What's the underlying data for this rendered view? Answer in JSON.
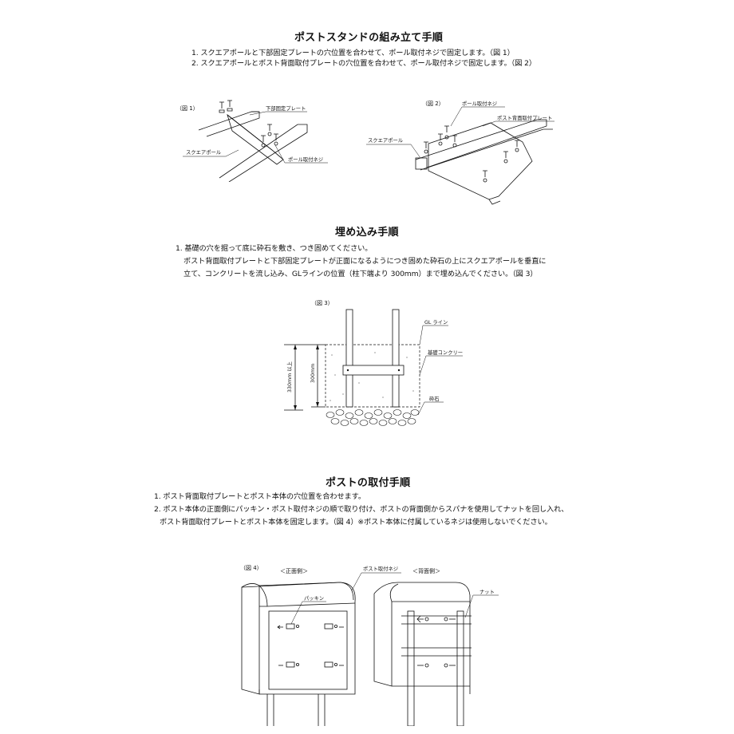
{
  "section1": {
    "title": "ポストスタンドの組み立て手順",
    "steps": [
      "1. スクエアポールと下部固定プレートの穴位置を合わせて、ポール取付ネジで固定します。（図 1）",
      "2. スクエアポールとポスト背面取付プレートの穴位置を合わせて、ポール取付ネジで固定します。（図 2）"
    ],
    "fig1": {
      "label": "（図 1）",
      "plate": "下部固定プレート",
      "pole": "スクエアポール",
      "screw": "ポール取付ネジ"
    },
    "fig2": {
      "label": "（図 2）",
      "screw": "ポール取付ネジ",
      "plate": "ポスト背面取付プレート",
      "pole": "スクエアポール"
    }
  },
  "section2": {
    "title": "埋め込み手順",
    "steps": [
      "1. 基礎の穴を掘って底に砕石を敷き、つき固めてください。",
      "ポスト背面取付プレートと下部固定プレートが正面になるようにつき固めた砕石の上にスクエアポールを垂直に",
      "立て、コンクリートを流し込み、GLラインの位置（柱下端より 300mm）まで埋め込んでください。（図 3）"
    ],
    "fig3": {
      "label": "（図 3）",
      "gl": "GL ライン",
      "concrete": "基礎コンクリート",
      "gravel": "砕石",
      "dim_outer": "330mm 以上",
      "dim_inner": "300mm"
    }
  },
  "section3": {
    "title": "ポストの取付手順",
    "steps": [
      "1. ポスト背面取付プレートとポスト本体の穴位置を合わせます。",
      "2. ポスト本体の正面側にパッキン・ポスト取付ネジの順で取り付け、ポストの背面側からスパナを使用してナットを回し入れ、",
      "ポスト背面取付プレートとポスト本体を固定します。（図 4）※ポスト本体に付属しているネジは使用しないでください。"
    ],
    "fig4": {
      "label": "（図 4）",
      "front": "＜正面側＞",
      "screw": "ポスト取付ネジ",
      "back": "＜背面側＞",
      "packing": "パッキン",
      "nut": "ナット"
    }
  }
}
